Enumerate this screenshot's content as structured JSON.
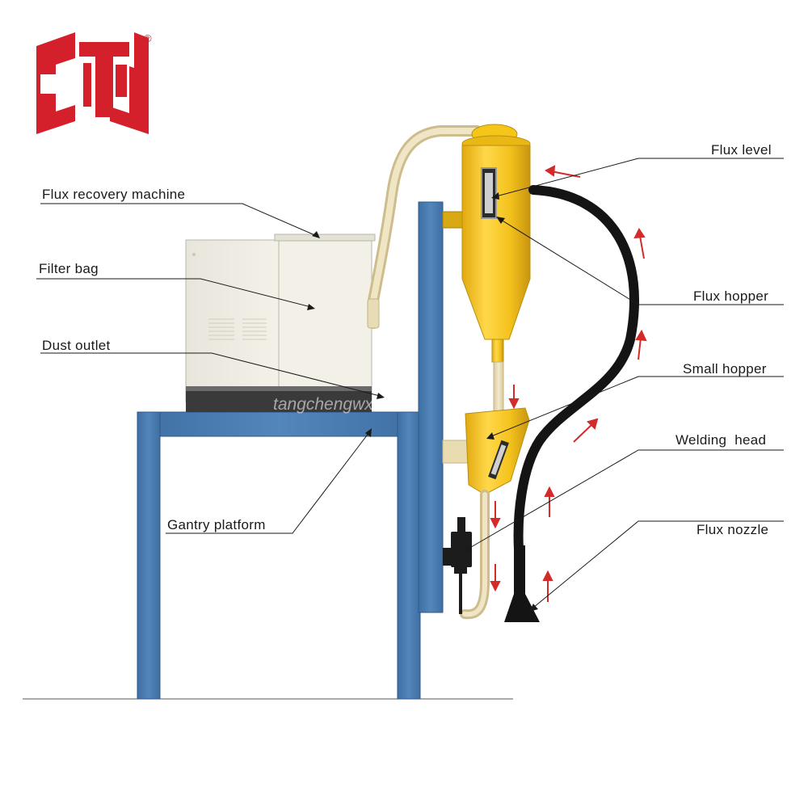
{
  "logo": {
    "registered_mark": "®",
    "brand_color": "#d3202a"
  },
  "watermark": "tangchengwx.com",
  "labels": {
    "flux_recovery_machine": "Flux recovery machine",
    "filter_bag": "Filter bag",
    "dust_outlet": "Dust outlet",
    "gantry_platform": "Gantry platform",
    "flux_level": "Flux level",
    "flux_hopper": "Flux hopper",
    "small_hopper": "Small hopper",
    "welding_head": "Welding  head",
    "flux_nozzle": "Flux nozzle"
  },
  "colors": {
    "gantry": "#4a7cb0",
    "gantry_edge": "#2e5a8a",
    "hopper": "#f2c21b",
    "hopper_edge": "#b8900f",
    "hose": "#1a1a1a",
    "tube": "#e8dcb0",
    "cabinet": "#eeebe0",
    "arrow": "#d32a2a"
  }
}
